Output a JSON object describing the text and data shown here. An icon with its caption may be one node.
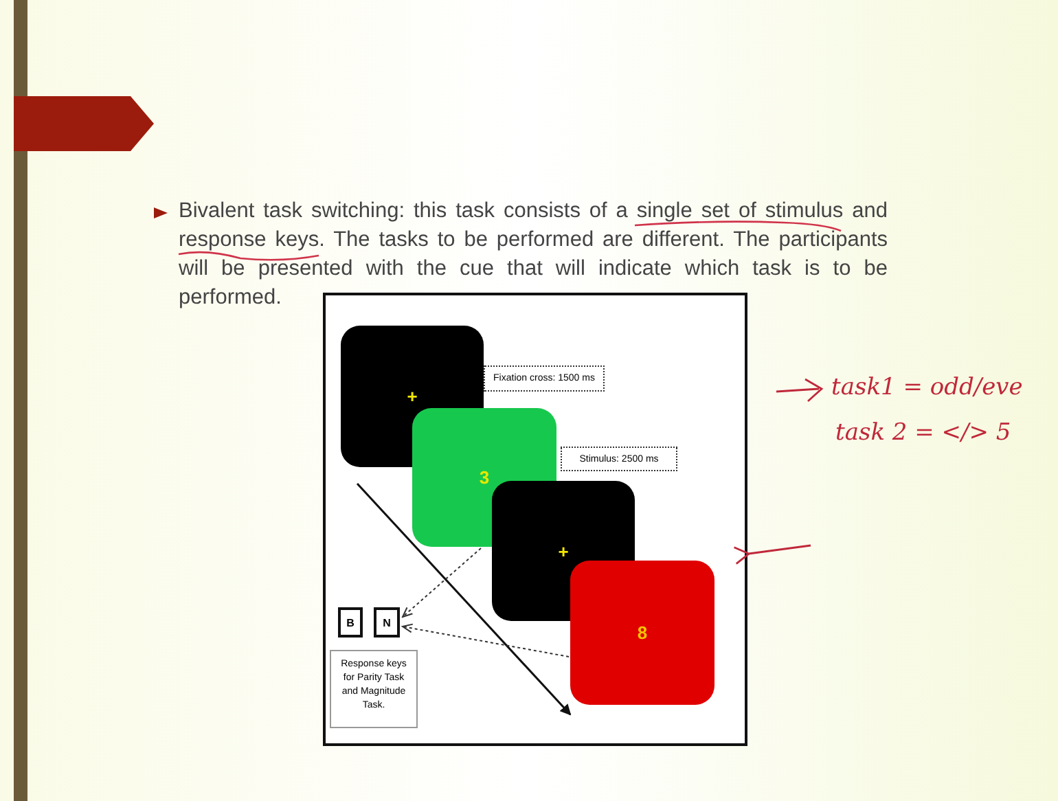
{
  "diagram": {
    "nodes": [
      {
        "text": [
          "+"
        ]
      },
      {
        "text": [
          "3"
        ]
      },
      {
        "text": [
          "+"
        ]
      },
      {
        "text": [
          "8"
        ]
      },
      {
        "text": [
          "Fixation cross: 1500 ms"
        ]
      },
      {
        "text": [
          "Stimulus: 2500 ms"
        ]
      },
      {
        "text": [
          "B"
        ]
      },
      {
        "text": [
          "N"
        ]
      },
      {
        "text": [
          "Response keys for Parity Task and Magnitude Task."
        ]
      }
    ],
    "edges": [
      {
        "from": 1,
        "to": 7,
        "arrow": "to",
        "style": "dashed"
      },
      {
        "from": 3,
        "to": 7,
        "arrow": "to",
        "style": "dashed"
      }
    ],
    "labels": [
      "Bivalent task switching: this task consists of a single set of stimulus and response keys. The tasks to be performed are different. The participants will be presented with the cue that will indicate which task is to be performed.",
      "task1 = odd/eve",
      "task 2 = </> 5"
    ]
  }
}
